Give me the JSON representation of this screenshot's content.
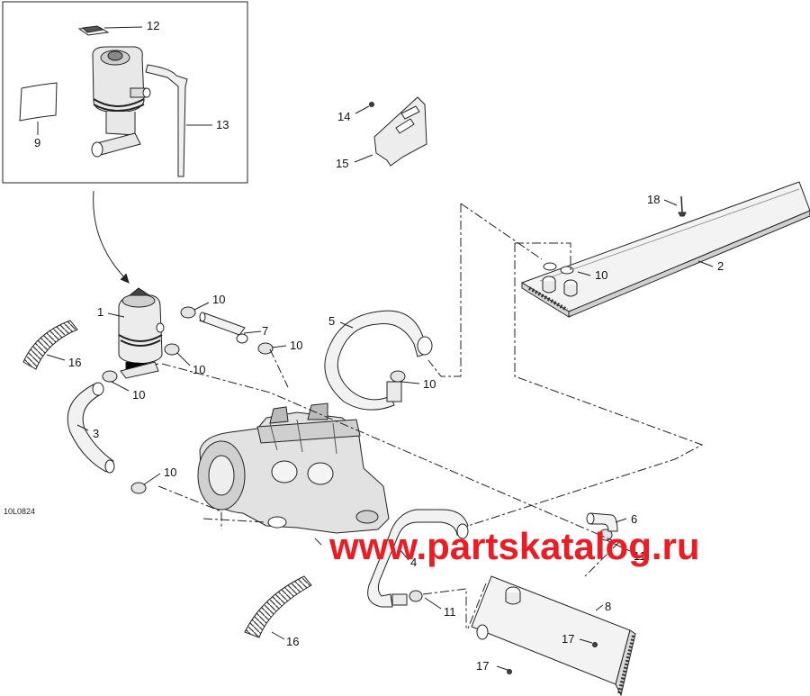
{
  "reference_code": "10L0824",
  "watermark": "www.partskatalog.ru",
  "callouts": {
    "c1": "1",
    "c2": "2",
    "c3": "3",
    "c4": "4",
    "c5": "5",
    "c6": "6",
    "c7": "7",
    "c8": "8",
    "c9": "9",
    "c10a": "10",
    "c10b": "10",
    "c10c": "10",
    "c10d": "10",
    "c10e": "10",
    "c10f": "10",
    "c10g": "10",
    "c11a": "11",
    "c11b": "11",
    "c12": "12",
    "c13": "13",
    "c14": "14",
    "c15": "15",
    "c16a": "16",
    "c16b": "16",
    "c17a": "17",
    "c17b": "17",
    "c18": "18"
  },
  "colors": {
    "line": "#1a1a1a",
    "watermark": "#ec1c24"
  }
}
